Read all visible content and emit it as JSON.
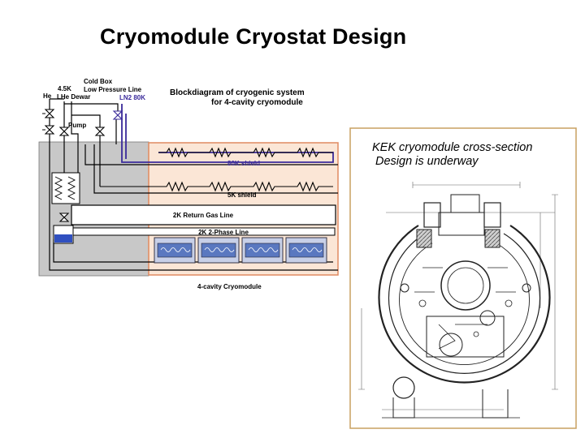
{
  "title": "Cryomodule Cryostat Design",
  "block_diagram": {
    "heading_line1": "Blockdiagram of cryogenic system",
    "heading_line2": "for 4-cavity cryomodule",
    "labels": {
      "cold_box": "Cold Box",
      "he": "He",
      "he_4_5k": "4.5K",
      "lhe_dewar": "LHe Dewar",
      "low_pressure_line": "Low Pressure Line",
      "ln2_80k": "LN2 80K",
      "pump": "Pump",
      "shield_80k": "80K shield",
      "shield_5k": "5K shield",
      "return_gas_line": "2K Return Gas Line",
      "two_phase_line": "2K 2-Phase Line",
      "cryomodule": "4-cavity  Cryomodule"
    },
    "colors": {
      "ln2_line": "#3a2a9a",
      "cryomodule_fill": "#fbe6d6",
      "cryomodule_border": "#e08a60",
      "cavity_fill": "#5a78c0",
      "vessel_fill": "#c8c8c8",
      "dewar_liquid": "#3050c0"
    }
  },
  "kek": {
    "line1": "KEK cryomodule cross-section",
    "line2": "Design is underway"
  }
}
